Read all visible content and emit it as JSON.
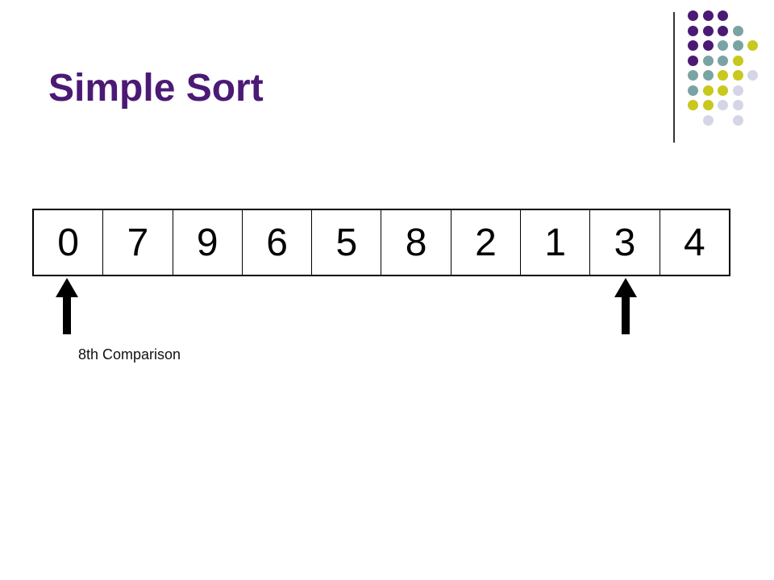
{
  "slide": {
    "title": "Simple Sort",
    "caption": "8th Comparison"
  },
  "array": {
    "values": [
      "0",
      "7",
      "9",
      "6",
      "5",
      "8",
      "2",
      "1",
      "3",
      "4"
    ]
  },
  "pointers": {
    "indices": [
      0,
      8
    ]
  },
  "colors": {
    "title": "#4b1a74",
    "purple": "#4b1a74",
    "teal": "#7aa3a4",
    "lime": "#c8c81e",
    "lavender": "#d5d5e8"
  },
  "decoration": {
    "dot_grid": [
      [
        "purple",
        "purple",
        "purple",
        "",
        ""
      ],
      [
        "purple",
        "purple",
        "purple",
        "teal",
        ""
      ],
      [
        "purple",
        "purple",
        "teal",
        "teal",
        "lime"
      ],
      [
        "purple",
        "teal",
        "teal",
        "lime",
        ""
      ],
      [
        "teal",
        "teal",
        "lime",
        "lime",
        "lavender"
      ],
      [
        "teal",
        "lime",
        "lime",
        "lavender",
        ""
      ],
      [
        "lime",
        "lime",
        "lavender",
        "lavender",
        ""
      ],
      [
        "",
        "lavender",
        "",
        "lavender",
        ""
      ]
    ]
  }
}
